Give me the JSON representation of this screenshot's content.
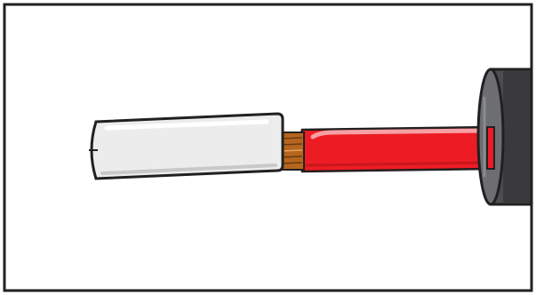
{
  "diagram": {
    "parts": [
      "white-ferrule",
      "exposed-copper-strands",
      "red-wire-insulation",
      "black-cable-jacket"
    ],
    "colors": {
      "frame": "#231f20",
      "ferrule": "#ececec",
      "ferrule_highlight": "#ffffff",
      "copper": "#b5651d",
      "copper_dark": "#6b3a12",
      "red_insulation": "#ed1c24",
      "red_highlight": "#f7a0a4",
      "red_shadow": "#b01218",
      "jacket_face": "#6d6e71",
      "jacket_body": "#4d4d4f",
      "jacket_shadow": "#3a3a3c",
      "outline": "#231f20"
    }
  }
}
